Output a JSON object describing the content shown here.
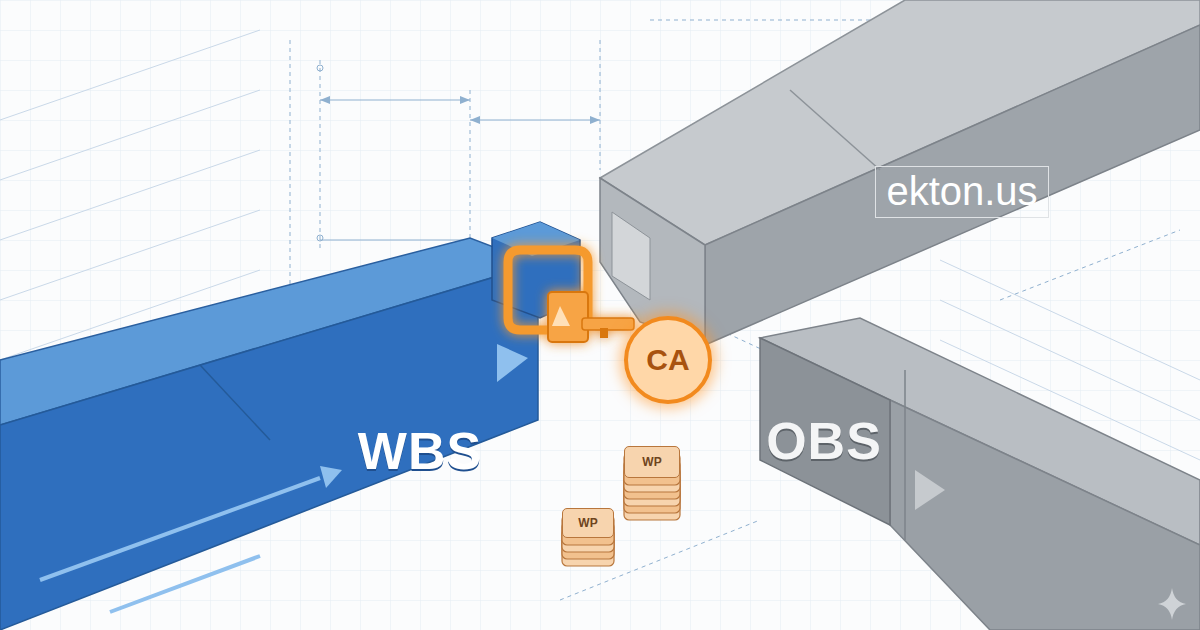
{
  "diagram": {
    "nodes": [
      {
        "text": [
          "WBS"
        ]
      },
      {
        "text": [
          "CA"
        ]
      },
      {
        "text": [
          "OBS"
        ]
      },
      {
        "text": [
          "WP"
        ]
      },
      {
        "text": [
          "WP"
        ]
      }
    ],
    "labels": [
      "ekton.us"
    ]
  }
}
